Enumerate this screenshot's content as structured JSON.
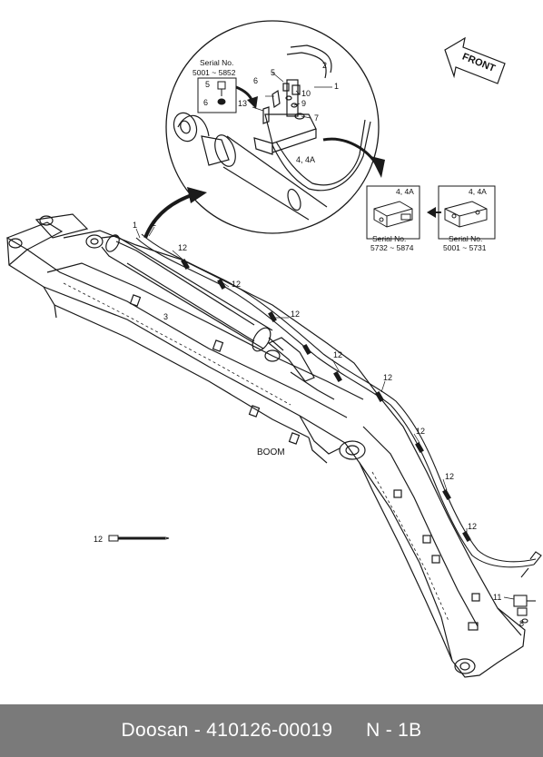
{
  "diagram": {
    "front_label": "FRONT",
    "boom_label": "BOOM",
    "callouts": {
      "c1": "1",
      "c2": "2",
      "c3": "3",
      "c12a": "12",
      "c12b": "12",
      "c12c": "12",
      "c12d": "12",
      "c12e": "12",
      "c12f": "12",
      "c12g": "12",
      "c12h": "12",
      "c11": "11",
      "c8": "8",
      "c12_tie": "12"
    },
    "detail": {
      "serial_title": "Serial No.",
      "serial_range": "5001 ~ 5852",
      "labels": {
        "d5a": "5",
        "d6a": "6",
        "d5b": "5",
        "d6b": "6",
        "d13": "13",
        "d10": "10",
        "d9": "9",
        "d7": "7",
        "d2": "2",
        "d1": "1",
        "d44": "4, 4A"
      }
    },
    "valve_boxes": [
      {
        "label": "4, 4A",
        "serial_title": "Serial No.",
        "serial_range": "5732 ~ 5874"
      },
      {
        "label": "4, 4A",
        "serial_title": "Serial No.",
        "serial_range": "5001 ~ 5731"
      }
    ]
  },
  "footer": {
    "text": "Doosan - 410126-00019      N - 1B"
  },
  "colors": {
    "line": "#1a1a1a",
    "footer_bg": "#7a7a7a",
    "footer_text": "#ffffff"
  }
}
